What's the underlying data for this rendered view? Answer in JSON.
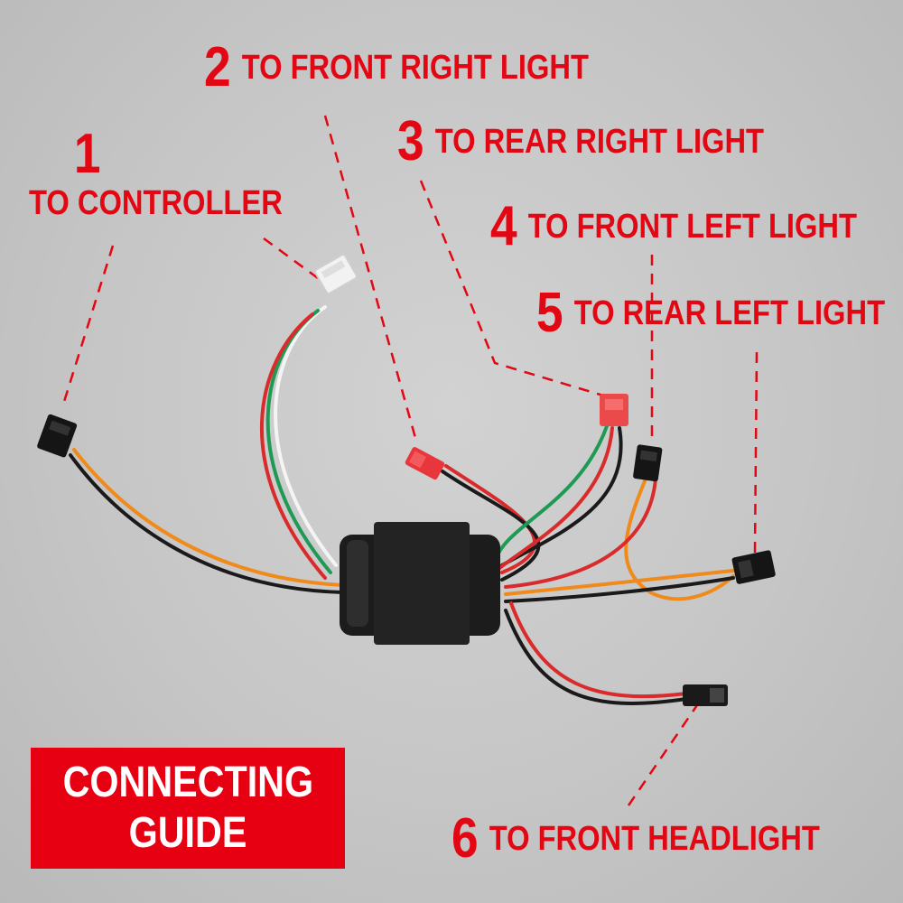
{
  "labels": {
    "controller": {
      "num": "1",
      "text": "TO CONTROLLER"
    },
    "front_right": {
      "num": "2",
      "text": "TO FRONT RIGHT LIGHT"
    },
    "rear_right": {
      "num": "3",
      "text": "TO REAR RIGHT LIGHT"
    },
    "front_left": {
      "num": "4",
      "text": "TO FRONT LEFT LIGHT"
    },
    "rear_left": {
      "num": "5",
      "text": "TO REAR LEFT LIGHT"
    },
    "headlight": {
      "num": "6",
      "text": "TO FRONT HEADLIGHT"
    }
  },
  "guide": {
    "line1": "CONNECTING",
    "line2": "GUIDE"
  },
  "colors": {
    "label_red": "#e30613",
    "guide_bg": "#e60012",
    "wire_red": "#d92b2b",
    "wire_black": "#1a1a1a",
    "wire_green": "#1f9a55",
    "wire_orange": "#f08a1a",
    "wire_white": "#f4f4f4",
    "module": "#1c1c1c"
  }
}
